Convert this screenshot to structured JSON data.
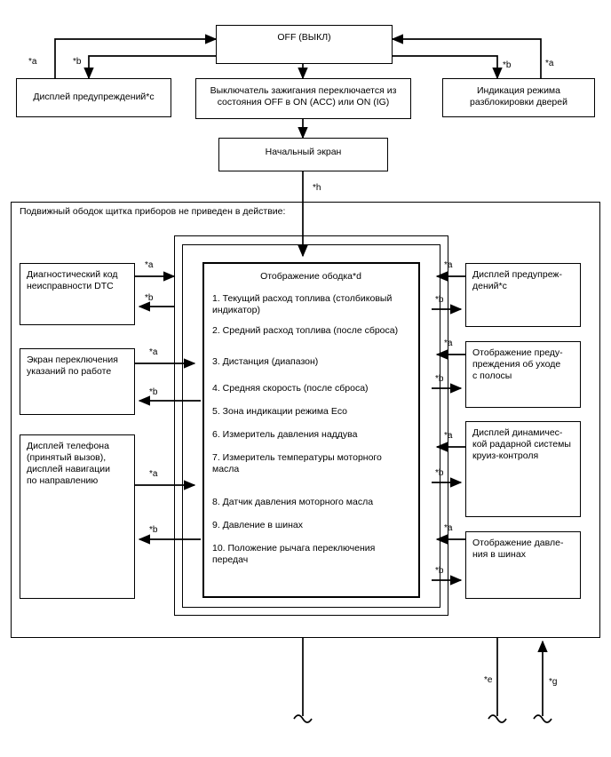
{
  "diagram": {
    "type": "flowchart",
    "title_box": {
      "label": "OFF (ВЫКЛ)"
    },
    "top_row": {
      "left_box": {
        "label": "Дисплей предупреждений*c"
      },
      "center_box": {
        "line1": "Выключатель зажигания переключается из",
        "line2": "состояния OFF в ON (ACC) или ON (IG)"
      },
      "right_box": {
        "line1": "Индикация режима",
        "line2": "разблокировки дверей"
      }
    },
    "initial_screen": {
      "label": "Начальный экран"
    },
    "container": {
      "title": "Подвижный ободок щитка приборов не приведен в действие:"
    },
    "display_panel": {
      "title": "Отображение ободка*d",
      "items": [
        "1. Текущий расход топлива (столбиковый индикатор)",
        "2. Средний расход топлива (после сброса)",
        "3. Дистанция (диапазон)",
        "4. Средняя скорость (после сброса)",
        "5. Зона индикации режима Eco",
        "6. Измеритель давления наддува",
        "7. Измеритель температуры моторного масла",
        "8. Датчик давления моторного масла",
        "9. Давление в шинах",
        "10. Положение рычага переключения передач"
      ]
    },
    "left_column": [
      {
        "line1": "Диагностический код",
        "line2": "неисправности DTC",
        "line3": "",
        "line4": ""
      },
      {
        "line1": "Экран переключения",
        "line2": "указаний по работе",
        "line3": "",
        "line4": ""
      },
      {
        "line1": "Дисплей телефона",
        "line2": "(принятый вызов),",
        "line3": "дисплей навигации",
        "line4": "по направлению"
      }
    ],
    "right_column": [
      {
        "line1": "Дисплей предупреж-",
        "line2": "дений*c",
        "line3": ""
      },
      {
        "line1": "Отображение преду-",
        "line2": "преждения об уходе",
        "line3": "с полосы"
      },
      {
        "line1": "Дисплей динамичес-",
        "line2": "кой радарной системы",
        "line3": "круиз-контроля"
      },
      {
        "line1": "Отображение давле-",
        "line2": "ния в шинах",
        "line3": ""
      }
    ],
    "markers": {
      "a": "*a",
      "b": "*b",
      "c": "*c",
      "d": "*d",
      "e": "*e",
      "g": "*g",
      "h": "*h"
    }
  },
  "colors": {
    "stroke": "#000000",
    "background": "#ffffff"
  }
}
